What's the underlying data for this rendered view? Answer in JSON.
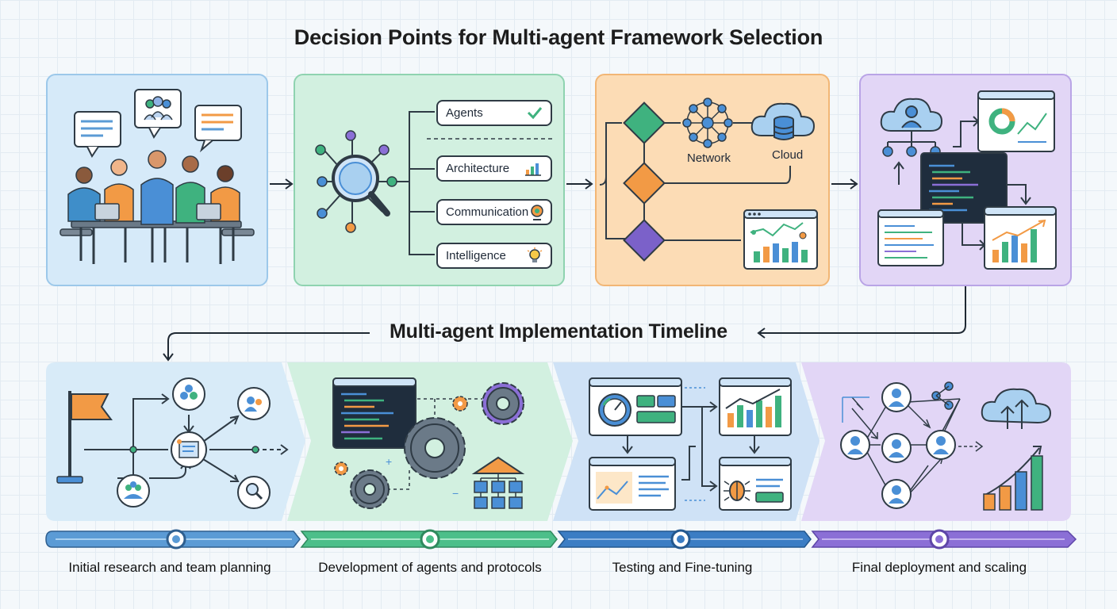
{
  "title": "Decision Points for Multi-agent Framework Selection",
  "timeline_title": "Multi-agent Implementation Timeline",
  "decision_panels": {
    "criteria": [
      {
        "label": "Agents",
        "icon": "checkmark-icon"
      },
      {
        "label": "Architecture",
        "icon": "bar-chart-icon"
      },
      {
        "label": "Communication",
        "icon": "webcam-icon"
      },
      {
        "label": "Intelligence",
        "icon": "lightbulb-icon"
      }
    ],
    "network_label": "Network",
    "cloud_label": "Cloud"
  },
  "phases": [
    {
      "label": "Initial research and team planning",
      "color": "#5b9bd5"
    },
    {
      "label": "Development of agents and protocols",
      "color": "#4cbf8a"
    },
    {
      "label": "Testing and Fine-tuning",
      "color": "#3b7dc4"
    },
    {
      "label": "Final deployment and scaling",
      "color": "#8b6fd6"
    }
  ],
  "colors": {
    "blue": "#cfe6f8",
    "green": "#cdeedd",
    "orange": "#fcd9b0",
    "purple": "#e0d4f5",
    "accent_orange": "#f29a45",
    "accent_blue": "#4a8fd6",
    "accent_green": "#3fb27f",
    "accent_purple": "#7b61c9"
  }
}
